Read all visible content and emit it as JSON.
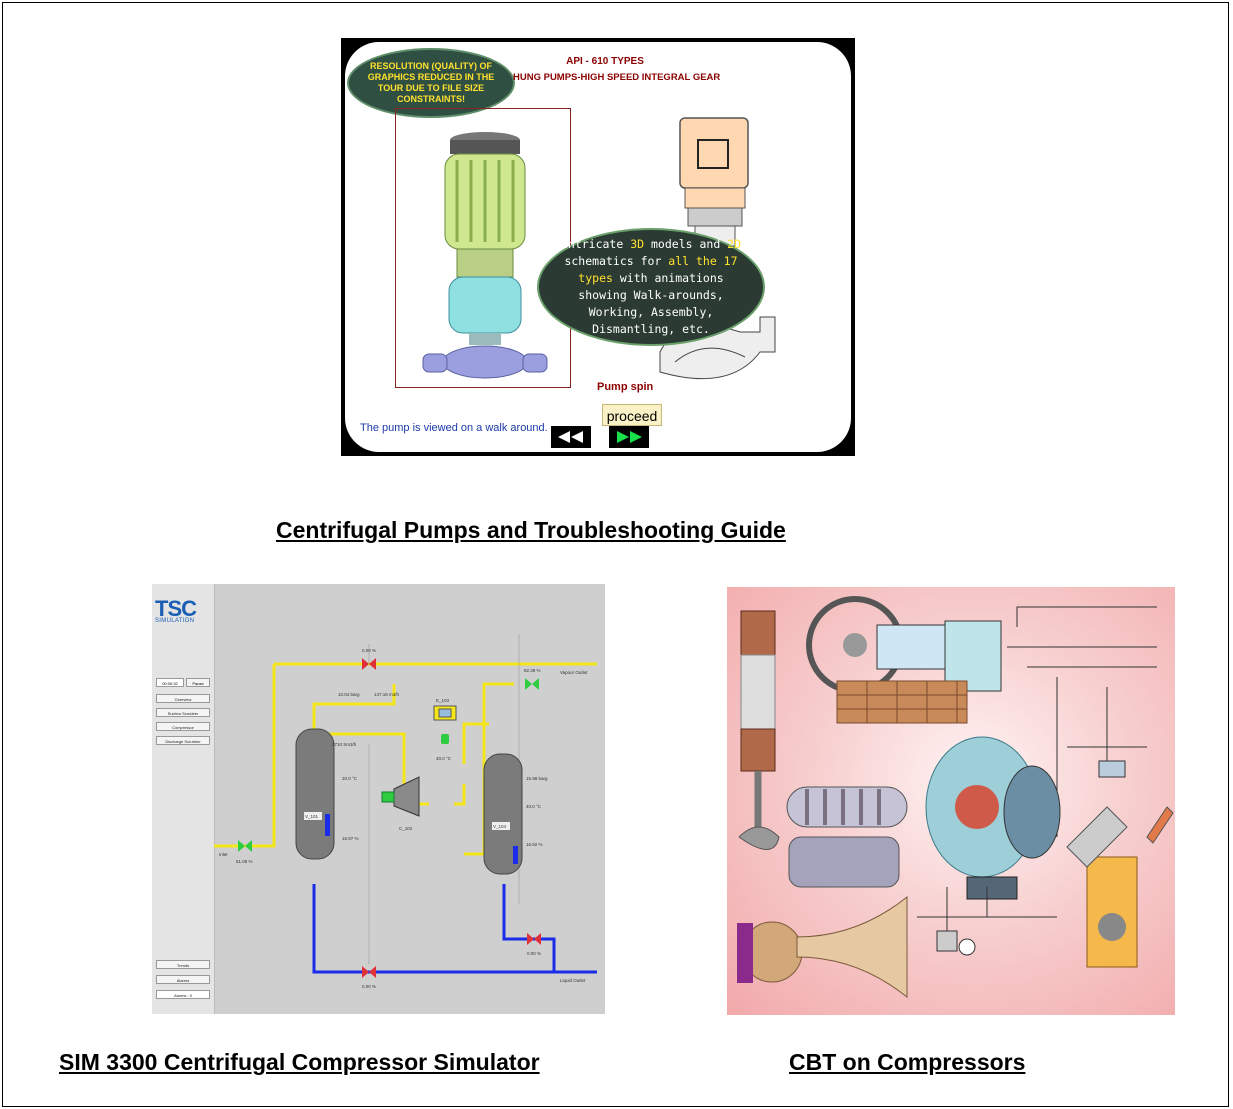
{
  "pump_tour": {
    "resolution_note": "RESOLUTION (QUALITY) OF GRAPHICS REDUCED IN THE TOUR DUE TO FILE SIZE CONSTRAINTS!",
    "title": "API - 610 TYPES",
    "subtitle": "HUNG PUMPS-HIGH SPEED INTEGRAL GEAR",
    "bubble_parts": [
      "Intricate ",
      "3D",
      " models and ",
      "2D",
      " schematics for ",
      "all the 17 types",
      " with animations showing Walk-arounds, Working, Assembly, Dismantling, etc."
    ],
    "pump_spin_label": "Pump spin",
    "proceed_label": "proceed",
    "walk_caption": "The pump is viewed on a walk around.",
    "colors": {
      "bubble_bg": "#2b3b33",
      "highlight": "#ffe12e",
      "title_red": "#8b0000"
    }
  },
  "captions": {
    "pumps": "Centrifugal Pumps and Troubleshooting Guide",
    "simulator": "SIM 3300 Centrifugal Compressor Simulator",
    "cbt": "CBT on Compressors"
  },
  "simulator": {
    "logo_big": "TSC",
    "logo_small": "SIMULATION",
    "time": "00:00:32",
    "pause_label": "Pause",
    "nav_buttons": [
      "Overview",
      "Suction Scrubber",
      "Compressor",
      "Discharge Scrubber"
    ],
    "bottom_buttons": [
      "Trends",
      "Alarms",
      "Alarms : 0"
    ],
    "labels": {
      "valve_top": "0.00 %",
      "valve_right": "82.38 %",
      "valve_inlet": "51.08 %",
      "valve_bottom": "0.00 %",
      "valve_br": "0.00 %",
      "vapour_outlet": "Vapour Outlet",
      "liquid_outlet": "Liquid Outlet",
      "inlet": "Inlet",
      "v101": "V_101",
      "v104": "V_104",
      "c102": "C_102",
      "e103": "E_103",
      "p1": "10.04 barg",
      "p2": "147.16 m3/h",
      "f1": "3710 Sm3/h",
      "t1": "20.0 °C",
      "t2": "40.0 °C",
      "t3": "40.0 °C",
      "p3": "15.98 barg",
      "lvl1": "16.97 %",
      "lvl2": "16.92 %"
    }
  }
}
